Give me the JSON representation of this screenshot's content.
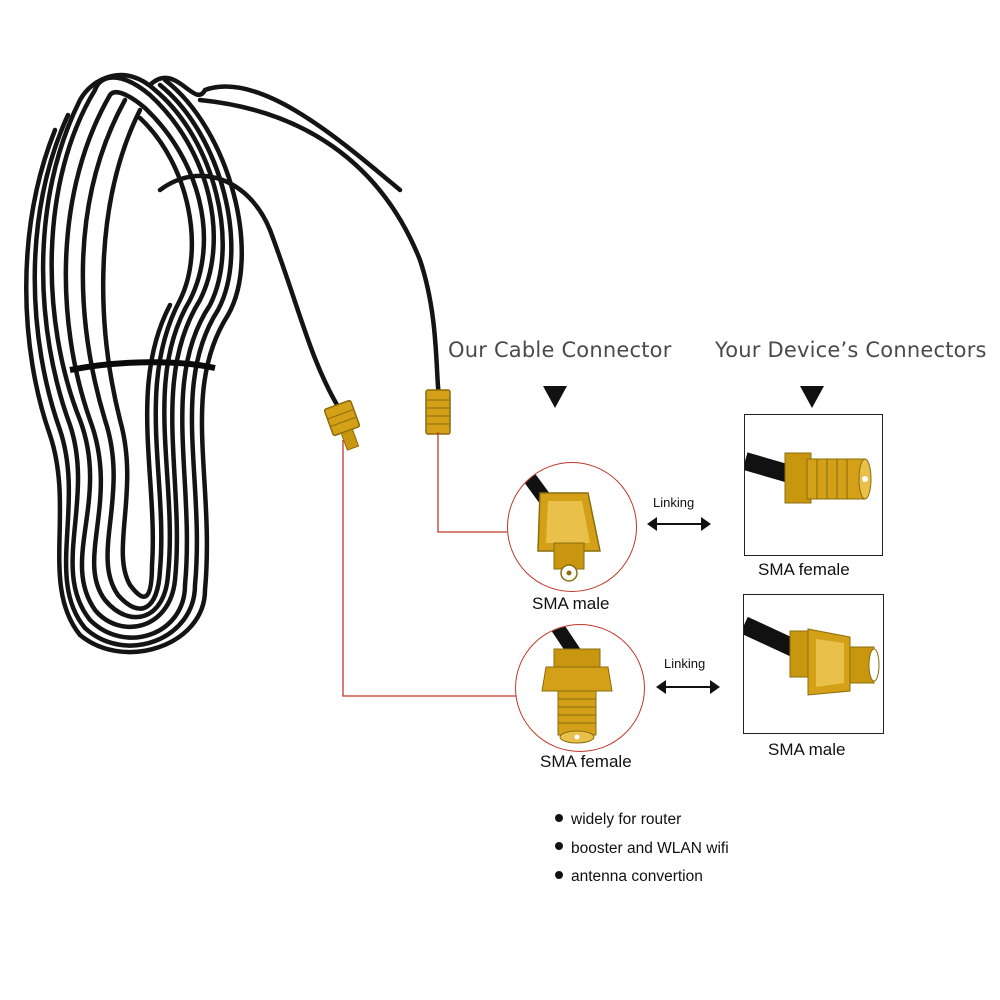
{
  "headings": {
    "our_cable": "Our Cable Connector",
    "your_device": "Your Device’s Connectors"
  },
  "connectors": {
    "top_cable": "SMA male",
    "top_device": "SMA female",
    "bottom_cable": "SMA female",
    "bottom_device": "SMA male"
  },
  "linking": {
    "top": "Linking",
    "bottom": "Linking"
  },
  "bullets": [
    "widely for router",
    "booster and WLAN wifi",
    "antenna convertion"
  ],
  "colors": {
    "gold": "#d4a017",
    "cable": "#111111",
    "leader": "#c0392b"
  }
}
